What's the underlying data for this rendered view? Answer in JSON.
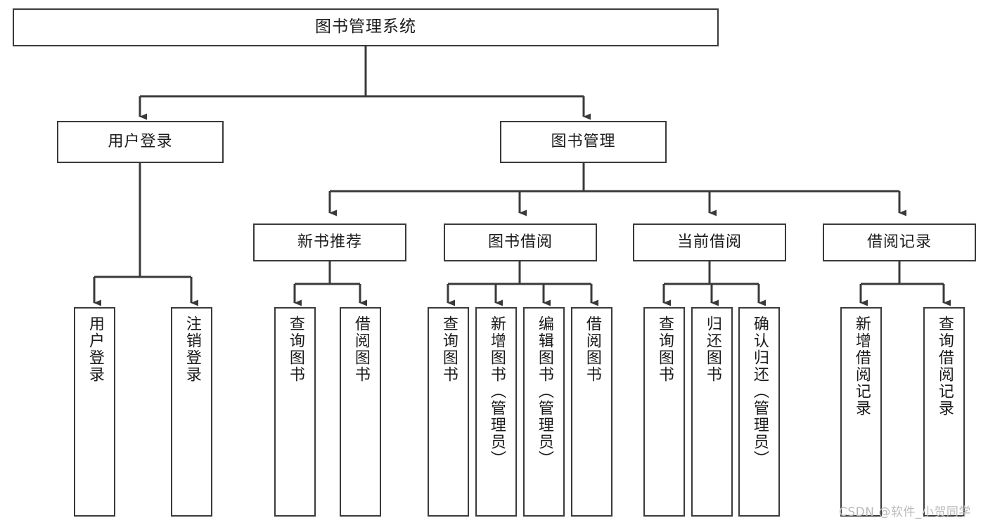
{
  "diagram": {
    "title": "图书管理系统",
    "type": "tree-hierarchy-chart",
    "watermark": "CSDN @软件_小贺同学",
    "colors": {
      "box_border": "#3a3a3a",
      "box_fill": "#ffffff",
      "edge": "#3a3a3a",
      "text": "#1b1b1b",
      "watermark": "#b9b9b9",
      "background": "#ffffff"
    },
    "nodes": {
      "root": {
        "label": "图书管理系统"
      },
      "level1": [
        {
          "id": "user-login",
          "label": "用户登录"
        },
        {
          "id": "book-management",
          "label": "图书管理"
        }
      ],
      "level2": [
        {
          "id": "new-book-recommend",
          "label": "新书推荐"
        },
        {
          "id": "book-borrow",
          "label": "图书借阅"
        },
        {
          "id": "current-borrow",
          "label": "当前借阅"
        },
        {
          "id": "borrow-record",
          "label": "借阅记录"
        }
      ],
      "leaves": {
        "user_login": [
          {
            "id": "leaf-user-login",
            "label": "用户登录"
          },
          {
            "id": "leaf-logout-login",
            "label": "注销登录"
          }
        ],
        "new_book_recommend": [
          {
            "id": "leaf-query-book-1",
            "label": "查询图书"
          },
          {
            "id": "leaf-borrow-book-1",
            "label": "借阅图书"
          }
        ],
        "book_borrow": [
          {
            "id": "leaf-query-book-2",
            "label": "查询图书"
          },
          {
            "id": "leaf-add-book",
            "label": "新增图书（管理员）"
          },
          {
            "id": "leaf-edit-book",
            "label": "编辑图书（管理员）"
          },
          {
            "id": "leaf-borrow-book-2",
            "label": "借阅图书"
          }
        ],
        "current_borrow": [
          {
            "id": "leaf-query-book-3",
            "label": "查询图书"
          },
          {
            "id": "leaf-return-book",
            "label": "归还图书"
          },
          {
            "id": "leaf-confirm-return",
            "label": "确认归还（管理员）"
          }
        ],
        "borrow_record": [
          {
            "id": "leaf-add-record",
            "label": "新增借阅记录"
          },
          {
            "id": "leaf-query-record",
            "label": "查询借阅记录"
          }
        ]
      }
    }
  }
}
